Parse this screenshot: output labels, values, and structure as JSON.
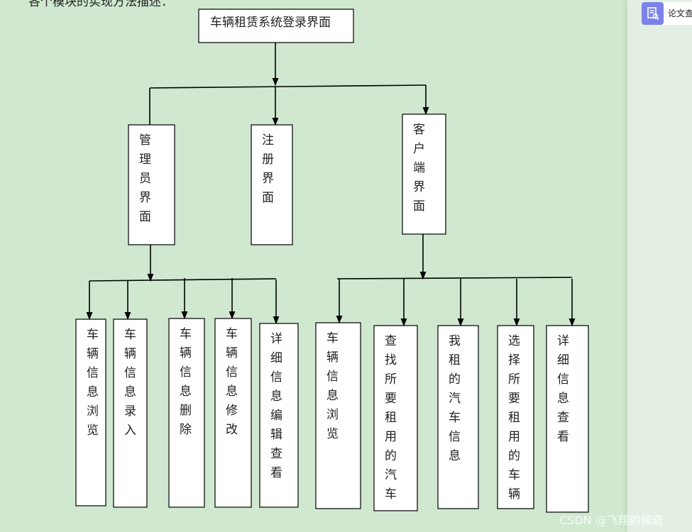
{
  "top_text": "各个模块的实现方法描述：",
  "sidebar": {
    "label": "论文查重",
    "icon": "document-search-icon"
  },
  "watermark": "CSDN @飞翔的佩奇",
  "colors": {
    "background": "#cfe8cf",
    "box_fill": "#ffffff",
    "stroke": "#000000",
    "text": "#222222",
    "accent": "#7b83ea"
  },
  "diagram": {
    "root": "车辆租赁系统登录界面",
    "level1": [
      {
        "id": "admin",
        "label": "管理员界面"
      },
      {
        "id": "register",
        "label": "注册界面"
      },
      {
        "id": "client",
        "label": "客户端界面"
      }
    ],
    "admin_children": [
      {
        "label": "车辆信息浏览"
      },
      {
        "label": "车辆信息录入"
      },
      {
        "label": "车辆信息删除"
      },
      {
        "label": "车辆信息修改"
      },
      {
        "label": "详细信息编辑查看"
      }
    ],
    "client_children": [
      {
        "label": "车辆信息浏览"
      },
      {
        "label": "查找所要租用的汽车"
      },
      {
        "label": "我租的汽车信息"
      },
      {
        "label": "选择所要租用的车辆"
      },
      {
        "label": "详细信息查看"
      }
    ]
  }
}
